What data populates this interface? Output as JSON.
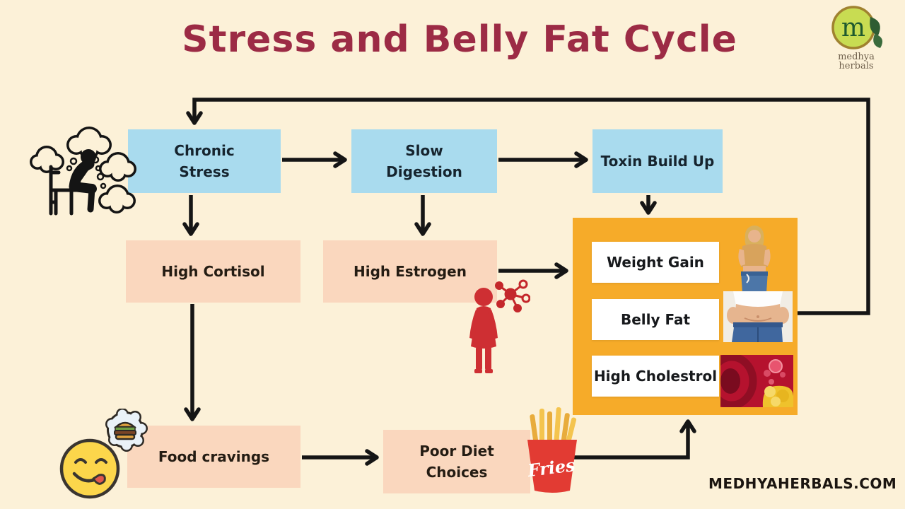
{
  "title": {
    "text": "Stress and Belly Fat Cycle"
  },
  "logo": {
    "initial": "m",
    "name_line1": "medhya",
    "name_line2": "herbals"
  },
  "footer": {
    "website": "MEDHYAHERBALS.COM"
  },
  "nodes": {
    "chronic_stress": {
      "label": "Chronic\nStress"
    },
    "slow_digestion": {
      "label": "Slow\nDigestion"
    },
    "toxin_build_up": {
      "label": "Toxin Build Up"
    },
    "high_cortisol": {
      "label": "High Cortisol"
    },
    "high_estrogen": {
      "label": "High Estrogen"
    },
    "food_cravings": {
      "label": "Food cravings"
    },
    "poor_diet_choices": {
      "label": "Poor Diet\nChoices"
    },
    "weight_gain": {
      "label": "Weight Gain"
    },
    "belly_fat": {
      "label": "Belly Fat"
    },
    "high_cholestrol": {
      "label": "High Cholestrol"
    }
  },
  "icons": {
    "fries_label": "Fries"
  },
  "edges": [
    {
      "from": "chronic_stress",
      "to": "slow_digestion"
    },
    {
      "from": "slow_digestion",
      "to": "toxin_build_up"
    },
    {
      "from": "toxin_build_up",
      "to": "outcomes_panel"
    },
    {
      "from": "chronic_stress",
      "to": "high_cortisol"
    },
    {
      "from": "slow_digestion",
      "to": "high_estrogen"
    },
    {
      "from": "high_estrogen",
      "to": "outcomes_panel"
    },
    {
      "from": "high_cortisol",
      "to": "food_cravings"
    },
    {
      "from": "food_cravings",
      "to": "poor_diet_choices"
    },
    {
      "from": "poor_diet_choices",
      "to": "outcomes_panel"
    },
    {
      "from": "outcomes_panel",
      "to": "chronic_stress"
    }
  ],
  "colors": {
    "background": "#FCF1D8",
    "title": "#9C2B45",
    "blue_box": "#A9DBEE",
    "peach_box": "#FAD7BE",
    "orange_panel": "#F6AB29",
    "arrow": "#151515",
    "red_accent": "#CE2A30",
    "logo_green": "#C8DC52"
  }
}
